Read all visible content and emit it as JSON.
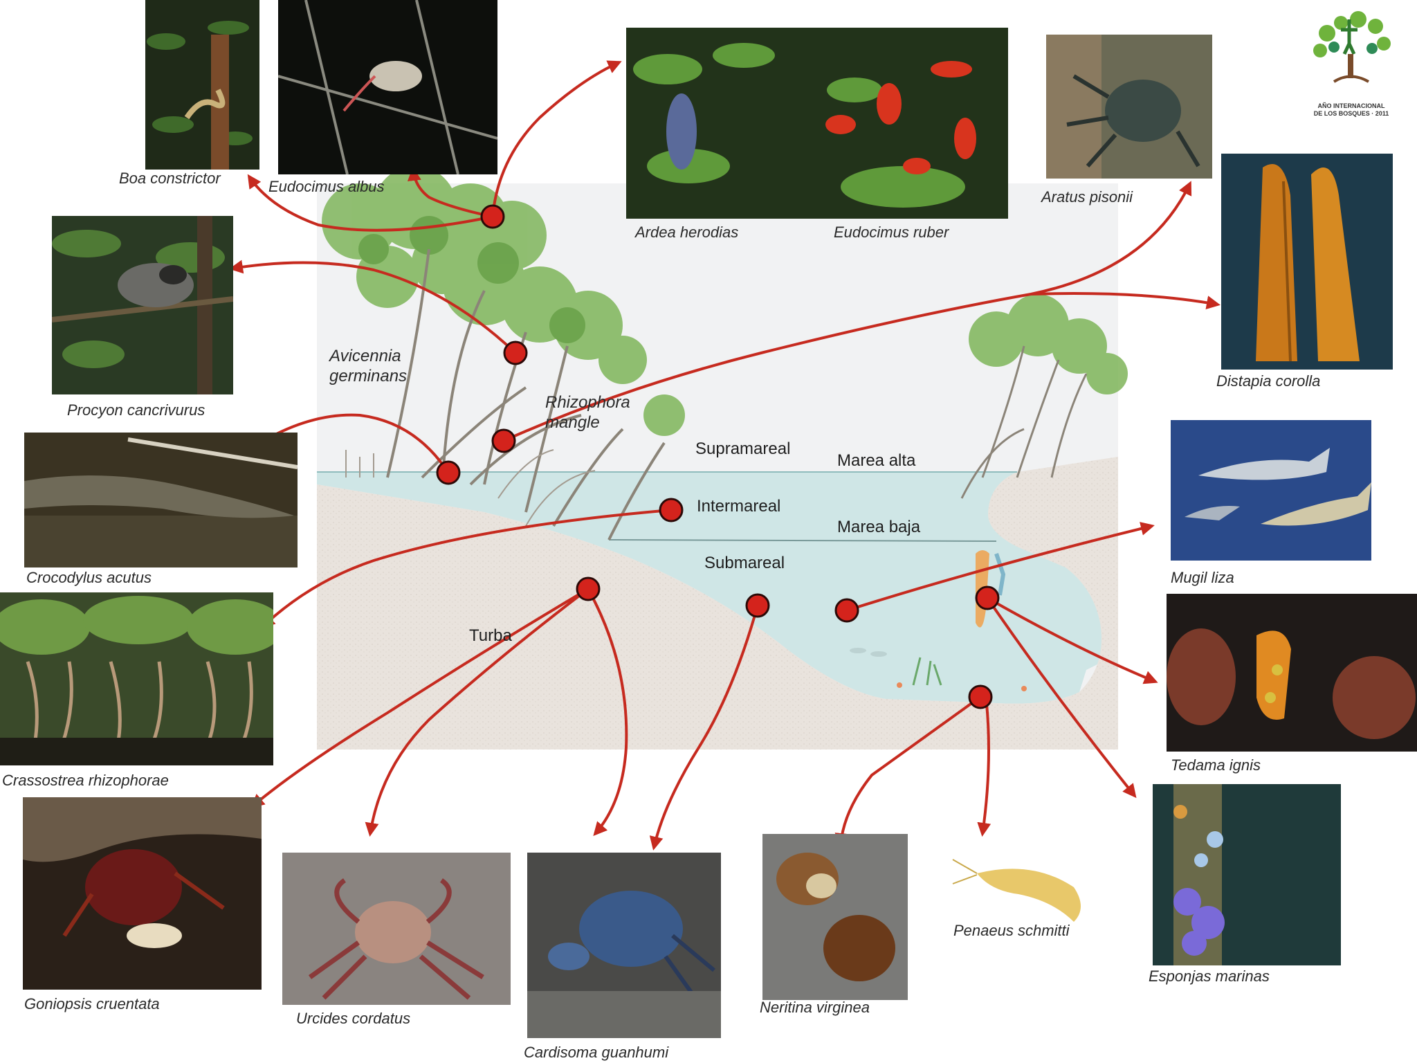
{
  "zones": {
    "supramareal": "Supramareal",
    "intermareal": "Intermareal",
    "submareal": "Submareal",
    "marea_alta": "Marea alta",
    "marea_baja": "Marea baja",
    "turba": "Turba"
  },
  "plants": {
    "avicennia": "Avicennia\ngerminans",
    "rhizophora": "Rhizophora\nmangle"
  },
  "species": {
    "boa": "Boa constrictor",
    "eudocimus_albus": "Eudocimus albus",
    "ardea": "Ardea herodias",
    "eudocimus_ruber": "Eudocimus ruber",
    "aratus": "Aratus pisonii",
    "distapia": "Distapia corolla",
    "procyon": "Procyon cancrivurus",
    "crocodylus": "Crocodylus acutus",
    "crassostrea": "Crassostrea rhizophorae",
    "goniopsis": "Goniopsis cruentata",
    "urcides": "Urcides cordatus",
    "cardisoma": "Cardisoma guanhumi",
    "neritina": "Neritina virginea",
    "penaeus": "Penaeus schmitti",
    "esponjas": "Esponjas marinas",
    "tedama": "Tedama ignis",
    "mugil": "Mugil liza"
  },
  "logo": {
    "caption": "AÑO INTERNACIONAL\nDE LOS BOSQUES · 2011"
  },
  "colors": {
    "arrow": "#c62a1f",
    "marker": "#d4231c",
    "water": "#cfe6e6",
    "sand": "#e9e3dd",
    "panel": "#f1f2f3"
  }
}
